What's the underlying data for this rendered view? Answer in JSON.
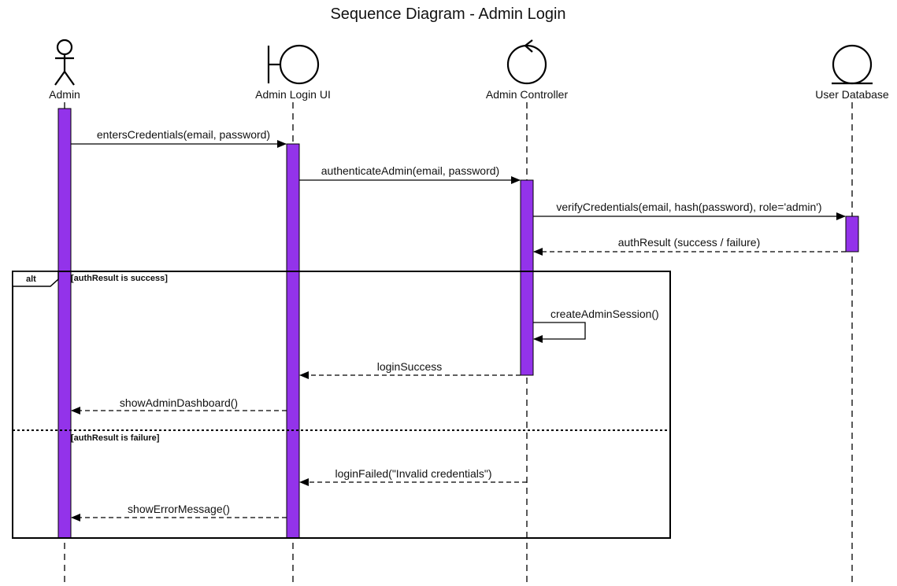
{
  "diagram": {
    "title": "Sequence Diagram - Admin Login",
    "colors": {
      "activation_fill": "#9333ea",
      "line": "#000000",
      "background": "#ffffff"
    },
    "participants": [
      {
        "id": "admin",
        "label": "Admin",
        "kind": "actor",
        "icon": "actor-icon"
      },
      {
        "id": "ui",
        "label": "Admin Login UI",
        "kind": "boundary",
        "icon": "boundary-icon"
      },
      {
        "id": "ctrl",
        "label": "Admin Controller",
        "kind": "control",
        "icon": "control-icon"
      },
      {
        "id": "db",
        "label": "User Database",
        "kind": "entity",
        "icon": "entity-icon"
      }
    ],
    "messages": [
      {
        "from": "admin",
        "to": "ui",
        "label": "entersCredentials(email, password)",
        "type": "sync"
      },
      {
        "from": "ui",
        "to": "ctrl",
        "label": "authenticateAdmin(email, password)",
        "type": "sync"
      },
      {
        "from": "ctrl",
        "to": "db",
        "label": "verifyCredentials(email, hash(password), role='admin')",
        "type": "sync"
      },
      {
        "from": "db",
        "to": "ctrl",
        "label": "authResult (success / failure)",
        "type": "return"
      },
      {
        "from": "ctrl",
        "to": "ctrl",
        "label": "createAdminSession()",
        "type": "self"
      },
      {
        "from": "ctrl",
        "to": "ui",
        "label": "loginSuccess",
        "type": "return"
      },
      {
        "from": "ui",
        "to": "admin",
        "label": "showAdminDashboard()",
        "type": "return"
      },
      {
        "from": "ctrl",
        "to": "ui",
        "label": "loginFailed(\"Invalid credentials\")",
        "type": "return"
      },
      {
        "from": "ui",
        "to": "admin",
        "label": "showErrorMessage()",
        "type": "return"
      }
    ],
    "fragment": {
      "operator": "alt",
      "guards": [
        "[authResult is success]",
        "[authResult is failure]"
      ]
    }
  }
}
